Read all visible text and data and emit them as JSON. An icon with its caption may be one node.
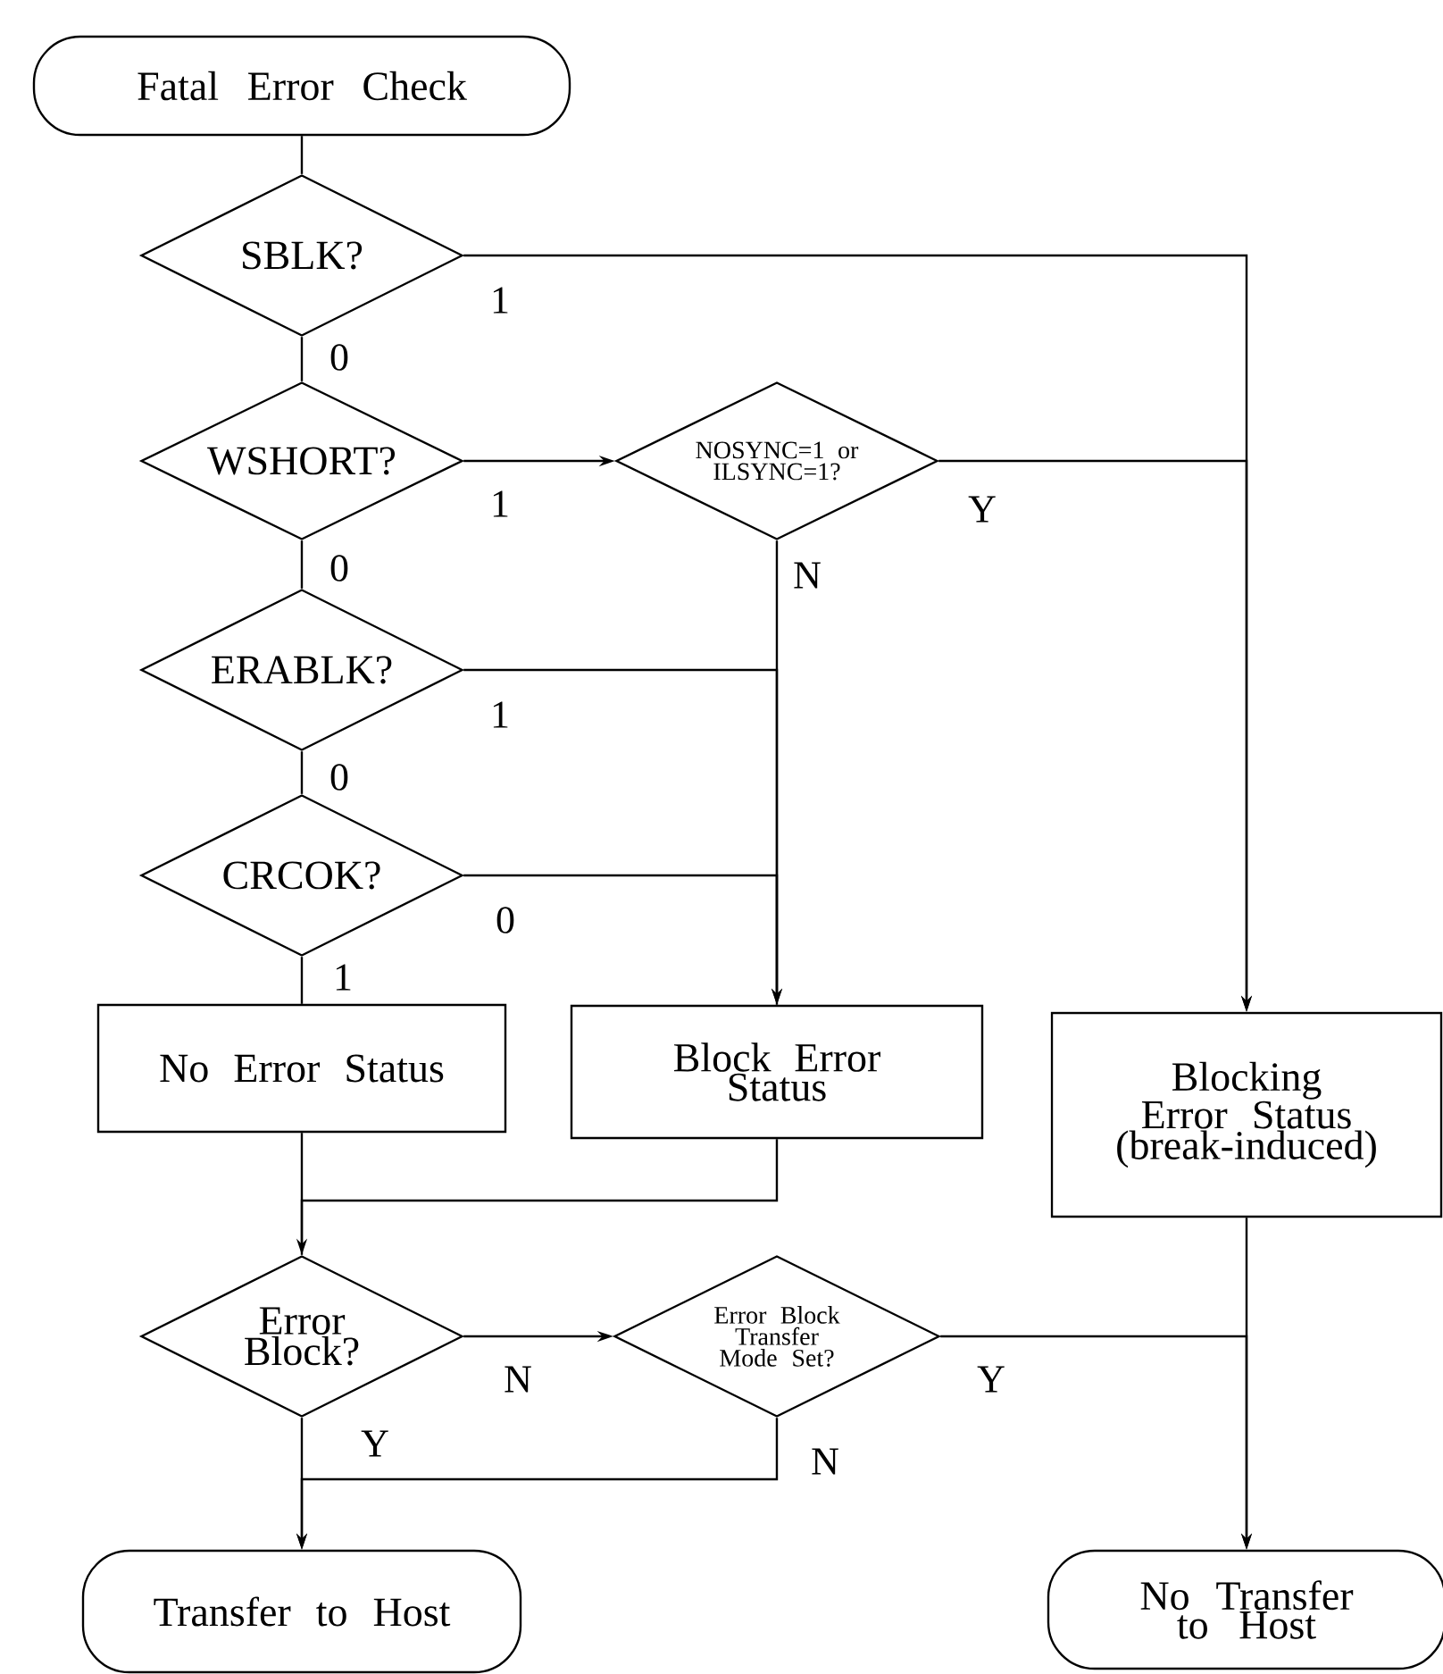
{
  "diagram": {
    "nodes": [
      {
        "text": [
          "Fatal Error Check"
        ]
      },
      {
        "text": [
          "SBLK?"
        ]
      },
      {
        "text": [
          "WSHORT?"
        ]
      },
      {
        "text": [
          "NOSYNC=1 or ILSYNC=1?"
        ]
      },
      {
        "text": [
          "ERABLK?"
        ]
      },
      {
        "text": [
          "CRCOK?"
        ]
      },
      {
        "text": [
          "No Error Status"
        ]
      },
      {
        "text": [
          "Block Error Status"
        ]
      },
      {
        "text": [
          "Blocking Error Status (break-induced)"
        ]
      },
      {
        "text": [
          "Error Block?"
        ]
      },
      {
        "text": [
          "Error Block Transfer Mode Set?"
        ]
      },
      {
        "text": [
          "Transfer to Host"
        ]
      },
      {
        "text": [
          "No Transfer to Host"
        ]
      }
    ],
    "edges": [
      {
        "from": 0,
        "to": 1,
        "arrow": "none"
      },
      {
        "from": 1,
        "to": 8,
        "arrow": "to",
        "label": "1"
      },
      {
        "from": 1,
        "to": 2,
        "arrow": "none",
        "label": "0"
      },
      {
        "from": 2,
        "to": 3,
        "arrow": "to",
        "label": "1"
      },
      {
        "from": 3,
        "to": 8,
        "arrow": "to",
        "label": "Y"
      },
      {
        "from": 3,
        "to": 7,
        "arrow": "none",
        "label": "N"
      },
      {
        "from": 2,
        "to": 4,
        "arrow": "none",
        "label": "0"
      },
      {
        "from": 4,
        "to": 7,
        "arrow": "to",
        "label": "1"
      },
      {
        "from": 4,
        "to": 5,
        "arrow": "none",
        "label": "0"
      },
      {
        "from": 5,
        "to": 7,
        "arrow": "to",
        "label": "0"
      },
      {
        "from": 5,
        "to": 6,
        "arrow": "none",
        "label": "1"
      },
      {
        "from": 6,
        "to": 9,
        "arrow": "none"
      },
      {
        "from": 7,
        "to": 9,
        "arrow": "to"
      },
      {
        "from": 8,
        "to": 12,
        "arrow": "to"
      },
      {
        "from": 9,
        "to": 10,
        "arrow": "to",
        "label": "N"
      },
      {
        "from": 9,
        "to": 11,
        "arrow": "to",
        "label": "Y"
      },
      {
        "from": 10,
        "to": 12,
        "arrow": "to",
        "label": "Y"
      },
      {
        "from": 10,
        "to": 11,
        "arrow": "to",
        "label": "N"
      }
    ]
  }
}
